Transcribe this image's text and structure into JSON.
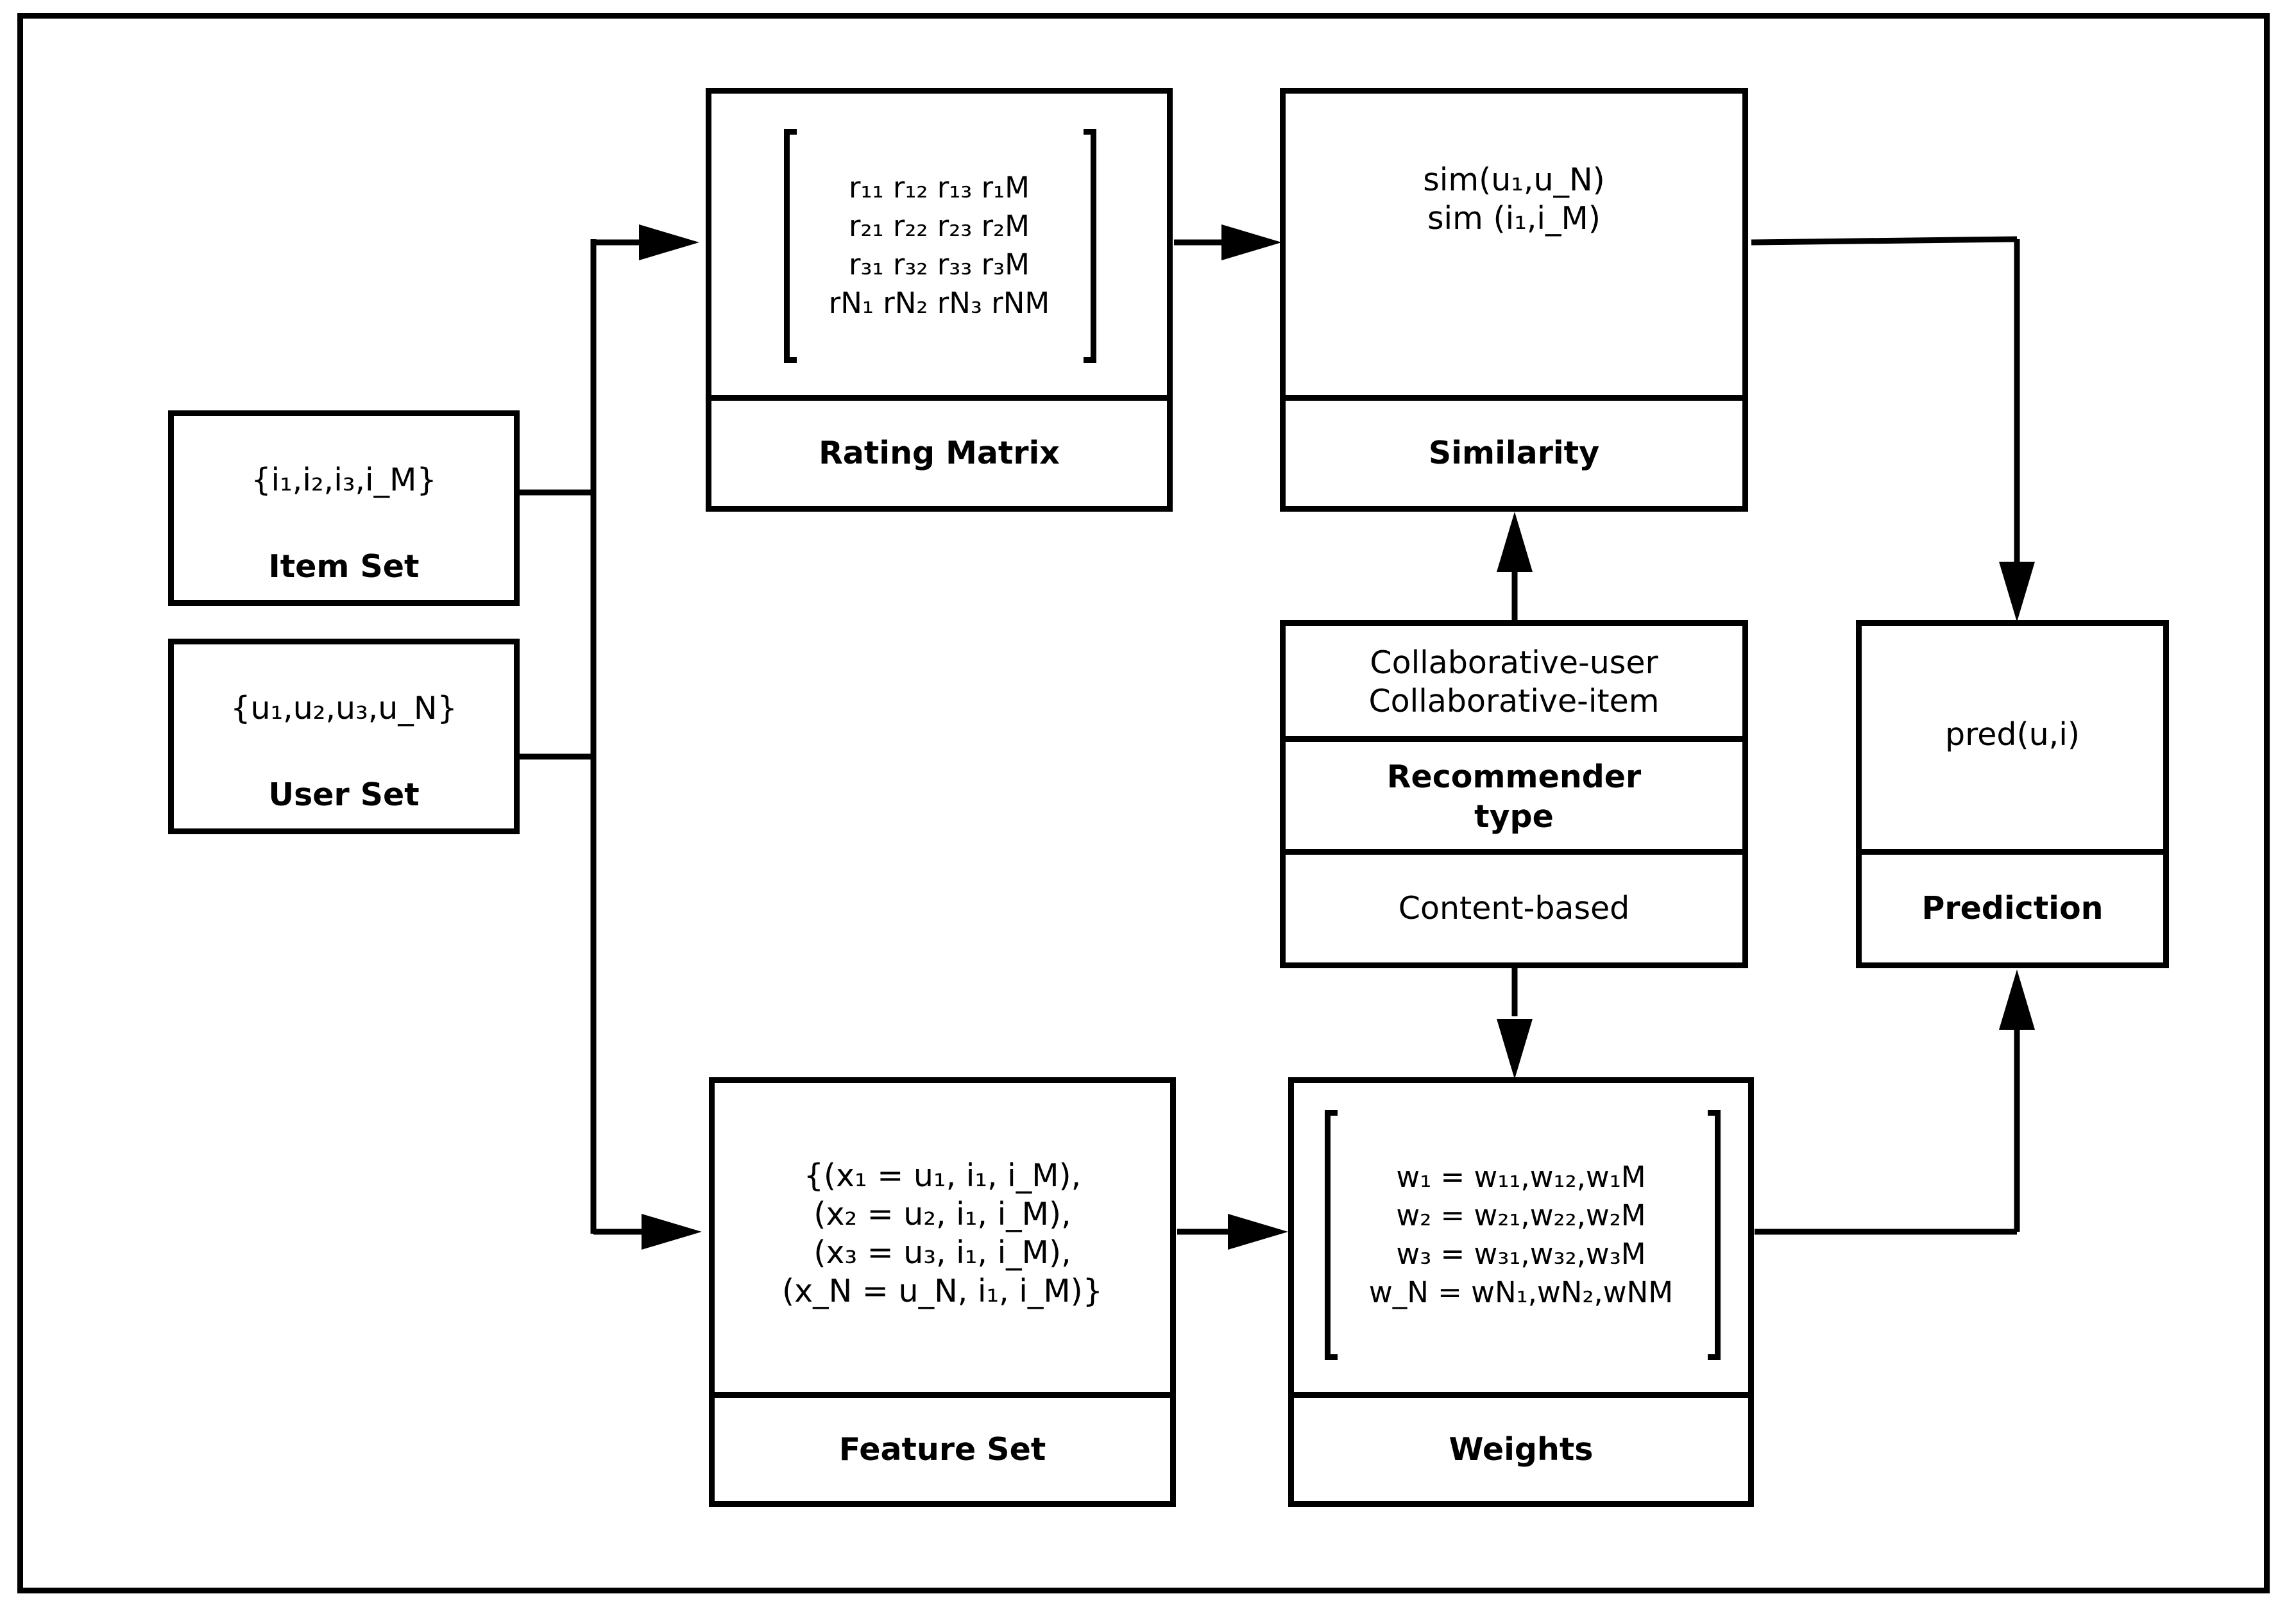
{
  "item_set": {
    "value": "{i₁,i₂,i₃,i_M}",
    "label": "Item Set"
  },
  "user_set": {
    "value": "{u₁,u₂,u₃,u_N}",
    "label": "User Set"
  },
  "rating_matrix": {
    "label": "Rating Matrix",
    "rows": [
      "r₁₁ r₁₂ r₁₃ r₁M",
      "r₂₁ r₂₂ r₂₃ r₂M",
      "r₃₁ r₃₂ r₃₃ r₃M",
      "rN₁ rN₂ rN₃ rNM"
    ]
  },
  "similarity": {
    "label": "Similarity",
    "lines": [
      "sim(u₁,u_N)",
      "sim (i₁,i_M)"
    ]
  },
  "recommender": {
    "label": "Recommender type",
    "collaborative": [
      "Collaborative-user",
      "Collaborative-item"
    ],
    "content": "Content-based"
  },
  "prediction": {
    "label": "Prediction",
    "value": "pred(u,i)"
  },
  "feature_set": {
    "label": "Feature Set",
    "lines": [
      "{(x₁ = u₁, i₁, i_M),",
      "(x₂ = u₂, i₁, i_M),",
      "(x₃ = u₃, i₁, i_M),",
      "(x_N = u_N, i₁, i_M)}"
    ]
  },
  "weights": {
    "label": "Weights",
    "lines": [
      "w₁ = w₁₁,w₁₂,w₁M",
      "w₂ = w₂₁,w₂₂,w₂M",
      "w₃ = w₃₁,w₃₂,w₃M",
      "w_N = wN₁,wN₂,wNM"
    ]
  },
  "colors": {
    "stroke": "#000000",
    "background": "#ffffff"
  }
}
